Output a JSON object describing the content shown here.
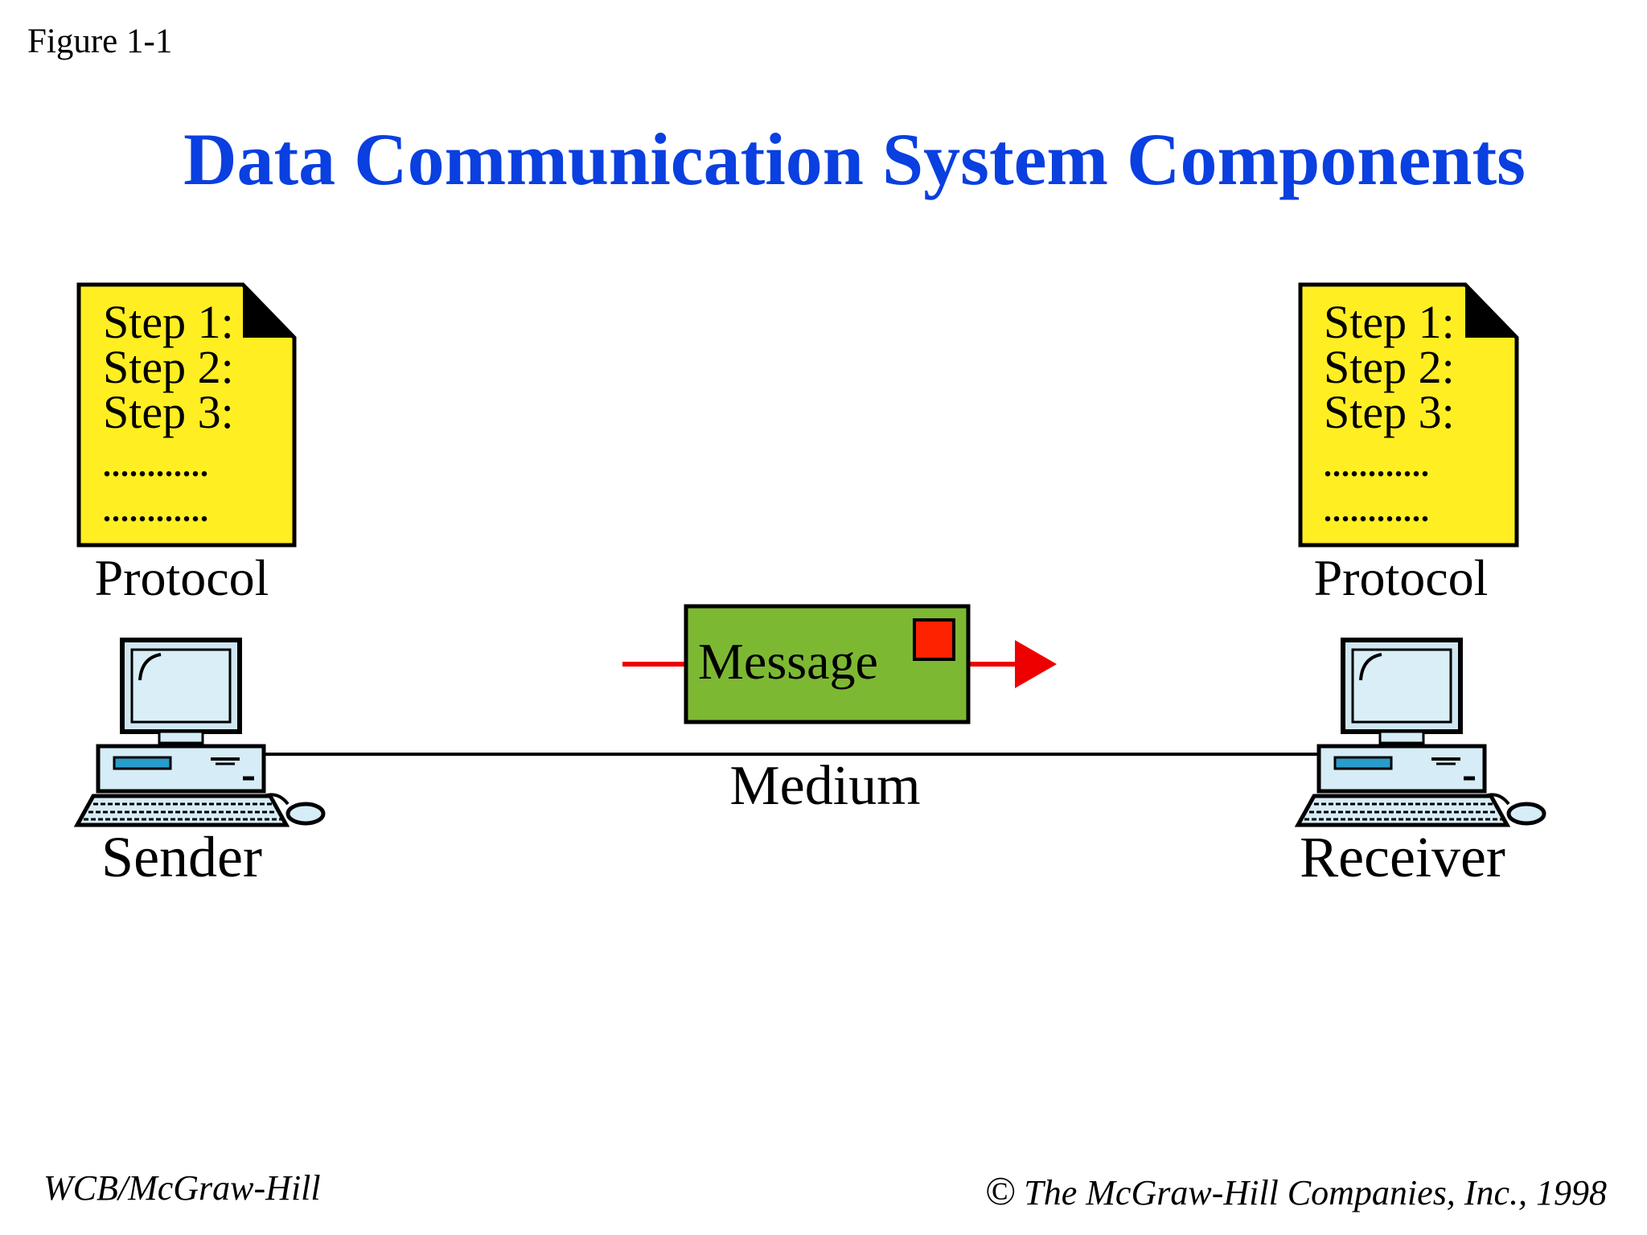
{
  "figure_label": "Figure 1-1",
  "title": "Data Communication System Components",
  "colors": {
    "title": "#0a3fe0",
    "protocol_doc": "#ffee22",
    "message_box": "#7db833",
    "message_stamp": "#ff2200",
    "arrow": "#ee0000",
    "monitor_screen": "#cfe7f2",
    "computer_body": "#d6ecf6",
    "drive_slot": "#2a9cc9"
  },
  "sender_protocol": {
    "label": "Protocol",
    "steps": [
      "Step 1:",
      "Step 2:",
      "Step 3:"
    ],
    "dots": [
      "............",
      "............"
    ]
  },
  "receiver_protocol": {
    "label": "Protocol",
    "steps": [
      "Step 1:",
      "Step 2:",
      "Step 3:"
    ],
    "dots": [
      "............",
      "............"
    ]
  },
  "message": {
    "label": "Message"
  },
  "medium": {
    "label": "Medium"
  },
  "sender": {
    "label": "Sender",
    "icon": "computer-icon"
  },
  "receiver": {
    "label": "Receiver",
    "icon": "computer-icon"
  },
  "footer": {
    "publisher": "WCB/McGraw-Hill",
    "copyright_symbol": "©",
    "copyright_text": "The McGraw-Hill Companies, Inc., 1998"
  }
}
